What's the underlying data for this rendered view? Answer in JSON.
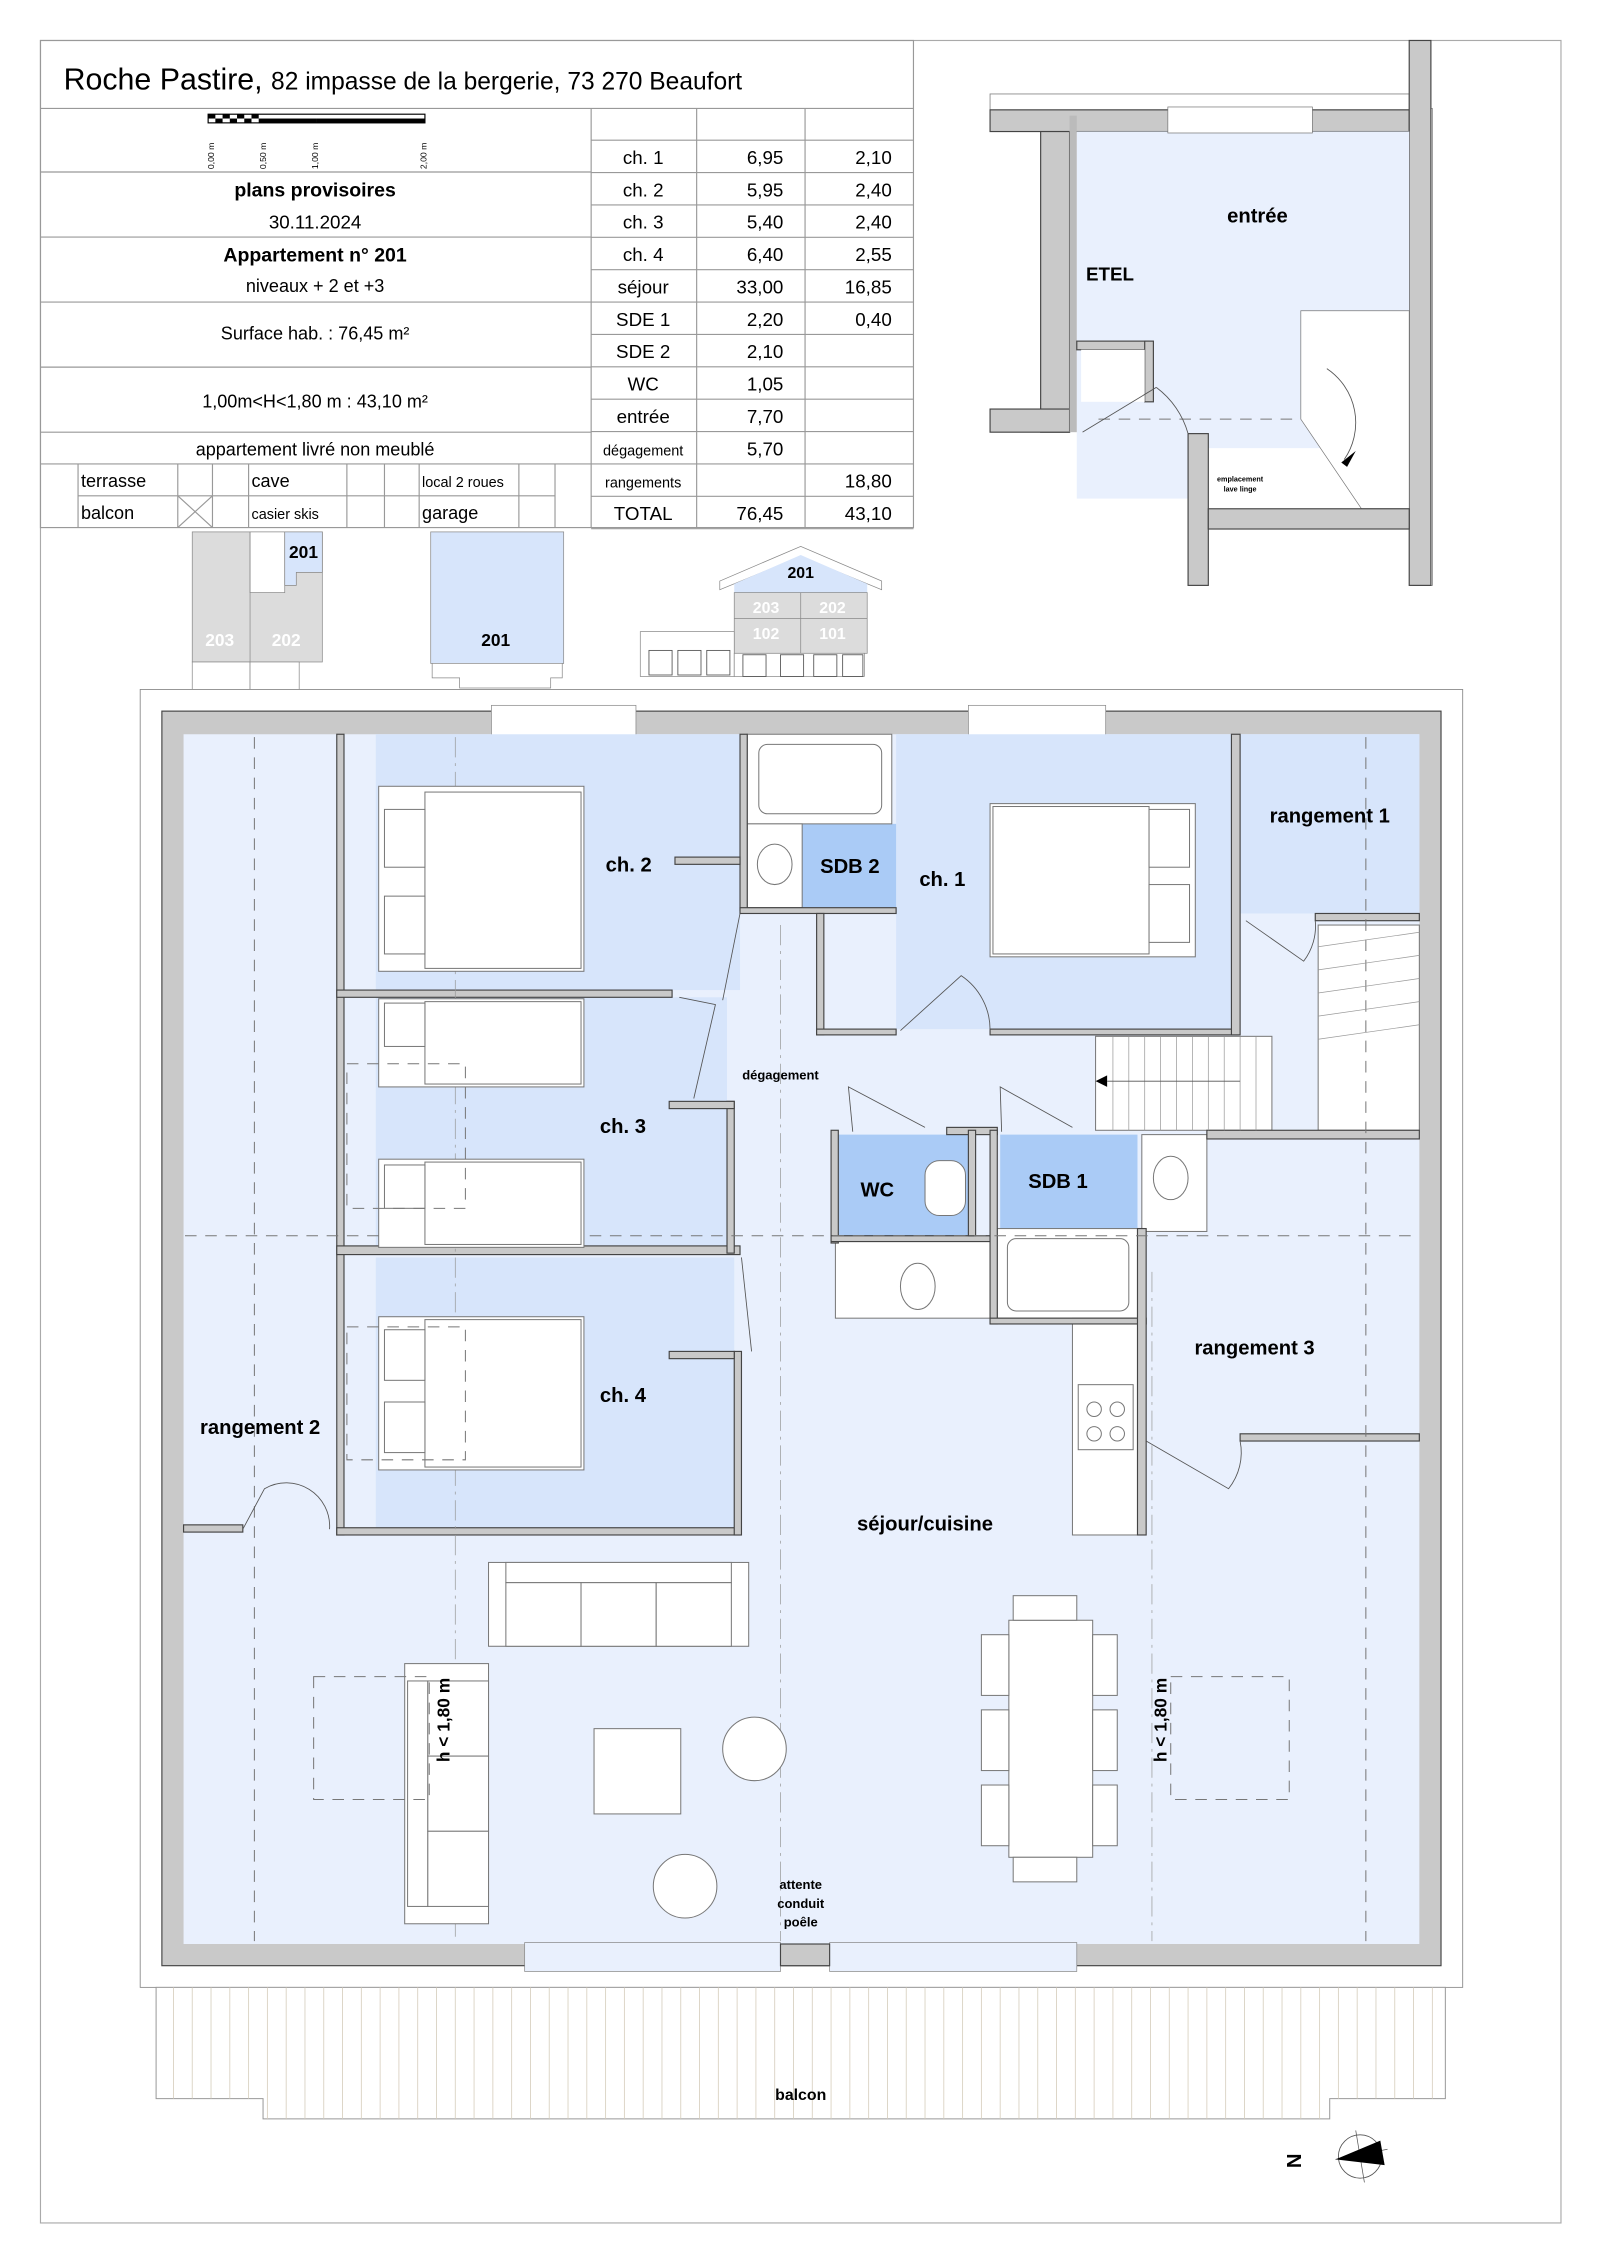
{
  "header": {
    "title_bold": "Roche Pastire,",
    "title_rest": "82 impasse de la bergerie,  73 270 Beaufort",
    "scale_labels": [
      "0,00 m",
      "0,50 m",
      "1,00 m",
      "2,00 m"
    ],
    "status": "plans provisoires",
    "date": "30.11.2024",
    "apartment": "Appartement n° 201",
    "levels": "niveaux + 2 et +3",
    "surface": "Surface hab. :  76,45 m²",
    "low_height": "1,00m<H<1,80 m : 43,10 m²",
    "furnishing": "appartement livré non meublé",
    "annexes": {
      "terrasse": "terrasse",
      "balcon": "balcon",
      "cave": "cave",
      "casier": "casier skis",
      "local": "local 2 roues",
      "garage": "garage"
    }
  },
  "areas": {
    "rows": [
      [
        "ch. 1",
        "6,95",
        "2,10"
      ],
      [
        "ch. 2",
        "5,95",
        "2,40"
      ],
      [
        "ch. 3",
        "5,40",
        "2,40"
      ],
      [
        "ch. 4",
        "6,40",
        "2,55"
      ],
      [
        "séjour",
        "33,00",
        "16,85"
      ],
      [
        "SDE 1",
        "2,20",
        "0,40"
      ],
      [
        "SDE 2",
        "2,10",
        ""
      ],
      [
        "WC",
        "1,05",
        ""
      ],
      [
        "entrée",
        "7,70",
        ""
      ],
      [
        "dégagement",
        "5,70",
        ""
      ],
      [
        "rangements",
        "",
        "18,80"
      ],
      [
        "TOTAL",
        "76,45",
        "43,10"
      ]
    ]
  },
  "keyplans": {
    "plan": [
      "201",
      "203",
      "202"
    ],
    "section": "201",
    "elevation": [
      "201",
      "203",
      "202",
      "102",
      "101"
    ]
  },
  "entry_plan": {
    "entree": "entrée",
    "etel": "ETEL",
    "laundry1": "emplacement",
    "laundry2": "lave linge"
  },
  "rooms": {
    "ch2": "ch. 2",
    "sdb2": "SDB 2",
    "ch1": "ch. 1",
    "rangement1": "rangement 1",
    "degagement": "dégagement",
    "ch3": "ch. 3",
    "wc": "WC",
    "sdb1": "SDB 1",
    "rangement3": "rangement 3",
    "ch4": "ch. 4",
    "rangement2": "rangement 2",
    "sejour": "séjour/cuisine",
    "low1": "h < 1,80 m",
    "low2": "h < 1,80 m",
    "stove1": "attente",
    "stove2": "conduit",
    "stove3": "poêle",
    "balcon": "balcon"
  },
  "compass": {
    "north": "N"
  },
  "colors": {
    "room": "#e9f0fd",
    "room_mid": "#d7e5fb",
    "room_wet": "#aacbf6",
    "wall": "#c9c9c9",
    "keyplan_gray": "#dcdcdc"
  }
}
